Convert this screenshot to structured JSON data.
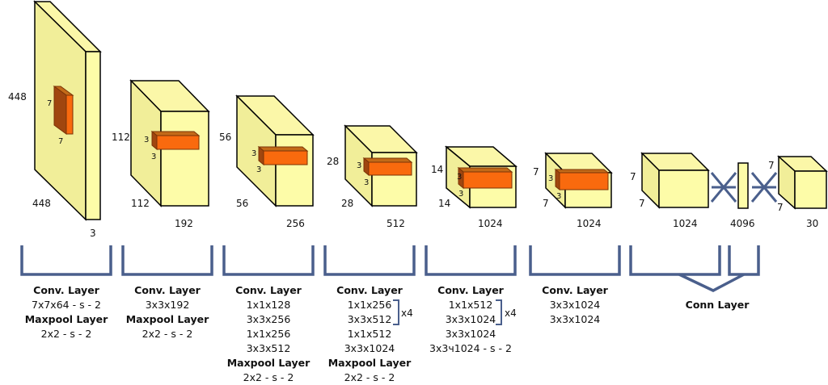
{
  "colors": {
    "volume": "#fdfca8",
    "kernel": "#f96a0e",
    "bracket": "#4a5f8c"
  },
  "input": {
    "height": "448",
    "width": "448",
    "channels": "3",
    "kernel_h": "7",
    "kernel_w": "7"
  },
  "volumes": [
    {
      "h": "112",
      "w": "112",
      "c": "192",
      "k1": "3",
      "k2": "3"
    },
    {
      "h": "56",
      "w": "56",
      "c": "256",
      "k1": "3",
      "k2": "3"
    },
    {
      "h": "28",
      "w": "28",
      "c": "512",
      "k1": "3",
      "k2": "3"
    },
    {
      "h": "14",
      "w": "14",
      "c": "1024",
      "k1": "3",
      "k2": "3"
    },
    {
      "h": "7",
      "w": "7",
      "c": "1024",
      "k1": "3",
      "k2": "3"
    },
    {
      "h": "7",
      "w": "7",
      "c": "1024"
    }
  ],
  "fc": {
    "size": "4096"
  },
  "output": {
    "h": "7",
    "w": "7",
    "c": "30"
  },
  "groups": [
    {
      "lines": [
        {
          "text": "Conv. Layer",
          "bold": true
        },
        {
          "text": "7x7x64 - s - 2"
        },
        {
          "text": "Maxpool Layer",
          "bold": true
        },
        {
          "text": "2x2 - s - 2"
        }
      ]
    },
    {
      "lines": [
        {
          "text": "Conv. Layer",
          "bold": true
        },
        {
          "text": "3x3x192"
        },
        {
          "text": "Maxpool Layer",
          "bold": true
        },
        {
          "text": "2x2 - s - 2"
        }
      ]
    },
    {
      "lines": [
        {
          "text": "Conv. Layer",
          "bold": true
        },
        {
          "text": "1x1x128"
        },
        {
          "text": "3x3x256"
        },
        {
          "text": "1x1x256"
        },
        {
          "text": "3x3x512"
        },
        {
          "text": "Maxpool Layer",
          "bold": true
        },
        {
          "text": "2x2 - s - 2"
        }
      ]
    },
    {
      "lines": [
        {
          "text": "Conv. Layer",
          "bold": true
        },
        {
          "text": "1x1x256"
        },
        {
          "text": "3x3x512"
        },
        {
          "text": "1x1x512"
        },
        {
          "text": "3x3x1024"
        },
        {
          "text": "Maxpool Layer",
          "bold": true
        },
        {
          "text": "2x2 - s - 2"
        }
      ],
      "repeat": "x4"
    },
    {
      "lines": [
        {
          "text": "Conv. Layer",
          "bold": true
        },
        {
          "text": "1x1x512"
        },
        {
          "text": "3x3x1024"
        },
        {
          "text": "3x3x1024"
        },
        {
          "text": "3x3ч1024 - s - 2"
        }
      ],
      "repeat": "x4"
    },
    {
      "lines": [
        {
          "text": "Conv. Layer",
          "bold": true
        },
        {
          "text": "3x3x1024"
        },
        {
          "text": "3x3x1024"
        }
      ]
    },
    {
      "lines": [
        {
          "text": "Conn Layer",
          "bold": true
        }
      ]
    }
  ]
}
